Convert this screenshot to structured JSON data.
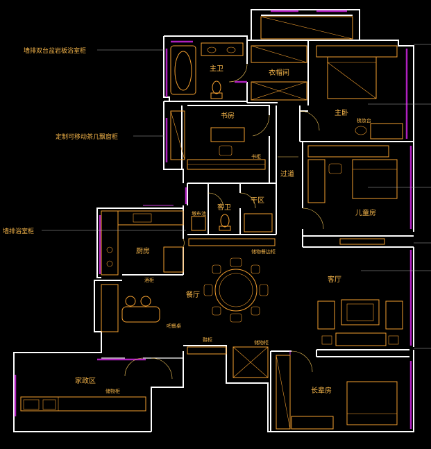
{
  "rooms": {
    "master_bath": "主卫",
    "closet": "衣帽间",
    "master_bedroom": "主卧",
    "study": "书房",
    "corridor": "过道",
    "kids_room": "儿童房",
    "guest_bath": "客卫",
    "dry_area": "干区",
    "kitchen": "厨房",
    "dining": "餐厅",
    "living": "客厅",
    "housekeeping": "家政区",
    "elder_room": "长辈房"
  },
  "furniture": {
    "bookcase": "书柜",
    "makeup_table": "梳妆台",
    "broom": "墩布池",
    "wine_cabinet": "酒柜",
    "bar_table": "吧餐桌",
    "shoe_cabinet": "鞋柜",
    "storage_cabinet_hall": "储物柜",
    "storage_cabinet_house": "储物柜",
    "dining_sideboard": "储物餐边柜"
  },
  "annotations": {
    "vanity": "墙排双台盆岩板浴室柜",
    "bay_window": "定制可移动茶几飘窗柜",
    "bath_cabinet": "墙排浴室柜"
  },
  "colors": {
    "background": "#000000",
    "wall": "#ffffff",
    "furniture": "#f5a030",
    "text": "#f5b54a",
    "window": "#b020c0"
  }
}
